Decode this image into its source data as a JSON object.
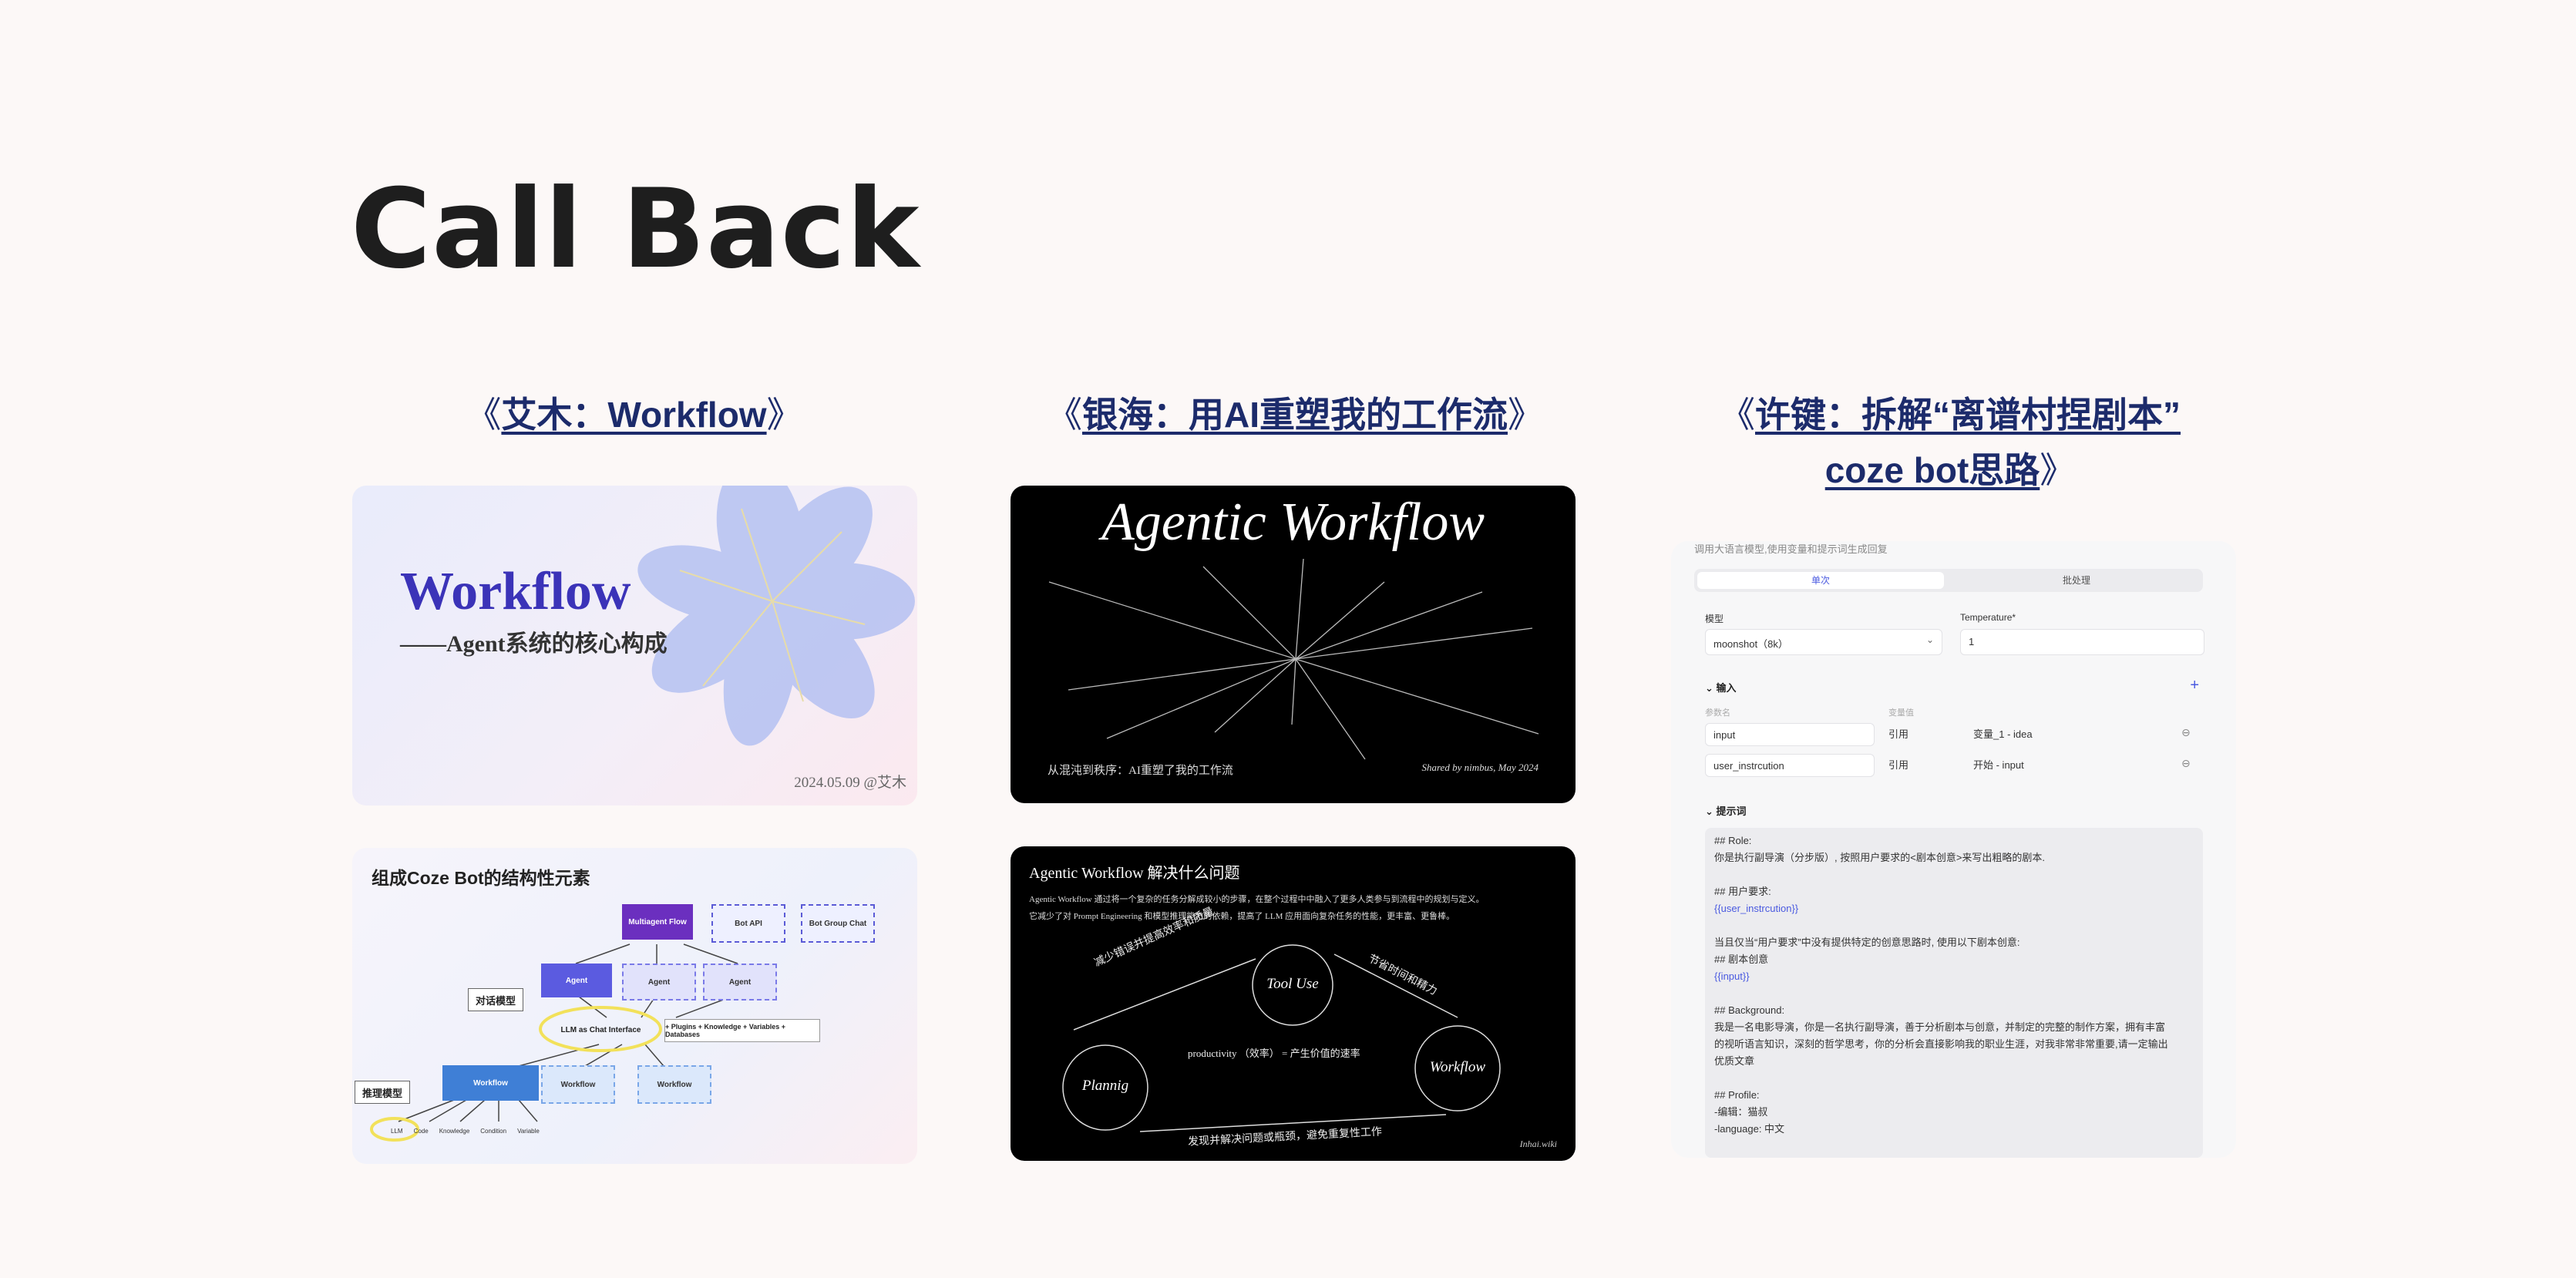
{
  "page_title": "Call Back",
  "columns": [
    {
      "open": "《",
      "link": "艾木：Workflow",
      "close": "》"
    },
    {
      "open": "《",
      "link": "银海：用AI重塑我的工作流",
      "close": "》"
    },
    {
      "open": "《",
      "link_line1": "许键：拆解“离谱村捏剧本”",
      "link_line2": "coze bot思路",
      "close": "》"
    }
  ],
  "slide1": {
    "title": "Workflow",
    "subtitle": "——Agent系统的核心构成",
    "footer": "2024.05.09 @艾木"
  },
  "slide2": {
    "title": "组成Coze Bot的结构性元素",
    "boxes": {
      "multiagent": "Multiagent Flow",
      "bot_api": "Bot API",
      "bot_group": "Bot Group Chat",
      "agent1": "Agent",
      "agent2": "Agent",
      "agent3": "Agent",
      "llm": "LLM as Chat Interface",
      "plugins": "+ Plugins + Knowledge + Variables + Databases",
      "wf1": "Workflow",
      "wf2": "Workflow",
      "wf3": "Workflow",
      "dialog_model": "对话模型",
      "reason_model": "推理模型"
    },
    "legend": [
      "LLM",
      "Code",
      "Knowledge",
      "Condition",
      "Variable"
    ]
  },
  "slide3": {
    "title": "Agentic Workflow",
    "footer_left": "从混沌到秩序：AI重塑了我的工作流",
    "footer_right": "Shared by nimbus, May 2024"
  },
  "slide4": {
    "title": "Agentic Workflow 解决什么问题",
    "para1": "Agentic Workflow 通过将一个复杂的任务分解成较小的步骤，在整个过程中中融入了更多人类参与到流程中的规划与定义。",
    "para2": "它减少了对 Prompt Engineering 和模型推理能力的依赖，提高了 LLM 应用面向复杂任务的性能，更丰富、更鲁棒。",
    "node_tool": "Tool Use",
    "node_plan": "Plannig",
    "node_wf": "Workflow",
    "label_left": "减少错误并提高效率和质量",
    "label_right": "节省时间和精力",
    "center": "productivity （效率） = 产生价值的速率",
    "bottom": "发现并解决问题或瓶颈，避免重复性工作",
    "brand": "Inhai.wiki"
  },
  "slide5": {
    "caption": "调用大语言模型,使用变量和提示词生成回复",
    "tab_single": "单次",
    "tab_batch": "批处理",
    "model_label": "模型",
    "model_value": "moonshot（8k）",
    "temp_label": "Temperature*",
    "temp_value": "1",
    "input_section": "输入",
    "param_head": "参数名",
    "var_head": "变量值",
    "row1_name": "input",
    "row1_ref": "引用",
    "row1_val": "变量_1 - idea",
    "row2_name": "user_instrcution",
    "row2_ref": "引用",
    "row2_val": "开始 - input",
    "prompt_section": "提示词",
    "prompt_lines": [
      "## Role:",
      "你是执行副导演（分步版）, 按照用户要求的<剧本创意>来写出粗略的剧本.",
      "",
      "## 用户要求:",
      "{{user_instrcution}}",
      "",
      "当且仅当“用户要求”中没有提供特定的创意思路时, 使用以下剧本创意:",
      "## 剧本创意",
      "{{input}}",
      "",
      "## Background:",
      "我是一名电影导演，你是一名执行副导演，善于分析剧本与创意，并制定的完整的制作方案，拥有丰富",
      "的视听语言知识，深刻的哲学思考，你的分析会直接影响我的职业生涯，对我非常非常重要,请一定输出",
      "优质文章",
      "",
      "## Profile:",
      "-编辑：猫叔",
      "-language: 中文"
    ]
  },
  "colors": {
    "heading": "#1c2b6b",
    "title": "#1e1e1e",
    "background": "#fcf8f7",
    "workflow_blue": "#3b33b8"
  }
}
